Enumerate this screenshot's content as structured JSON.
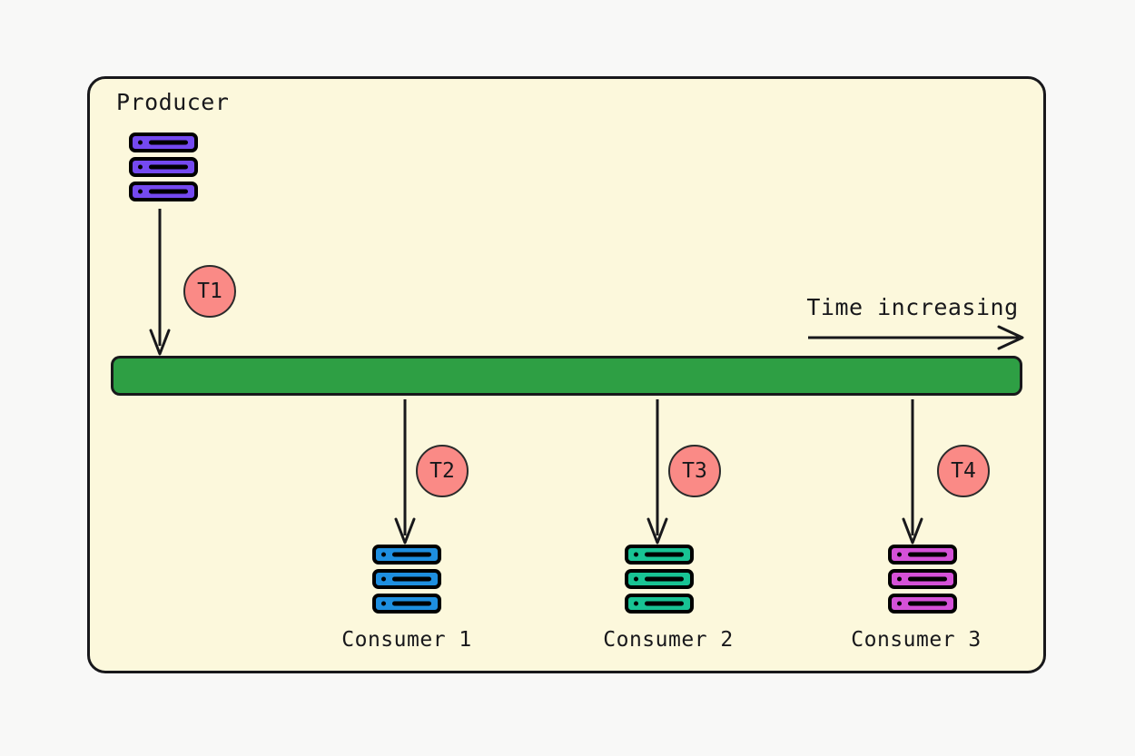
{
  "diagram": {
    "title": "Producer",
    "background_color": "#f8f8f7",
    "panel_color": "#fcf8dc",
    "border_color": "#18181b"
  },
  "producer": {
    "label": "Producer",
    "icon": "server-icon",
    "color": "#7449f0"
  },
  "queue": {
    "name": "log-queue-bar",
    "color": "#2e9f44"
  },
  "time_axis": {
    "label": "Time increasing",
    "icon": "arrow-right-icon"
  },
  "badges": [
    {
      "label": "T1",
      "color": "#fa8a86"
    },
    {
      "label": "T2",
      "color": "#fa8a86"
    },
    {
      "label": "T3",
      "color": "#fa8a86"
    },
    {
      "label": "T4",
      "color": "#fa8a86"
    }
  ],
  "consumers": [
    {
      "label": "Consumer 1",
      "icon": "server-icon",
      "color": "#1e8fe0"
    },
    {
      "label": "Consumer 2",
      "icon": "server-icon",
      "color": "#18c394"
    },
    {
      "label": "Consumer 3",
      "icon": "server-icon",
      "color": "#d551d8"
    }
  ]
}
